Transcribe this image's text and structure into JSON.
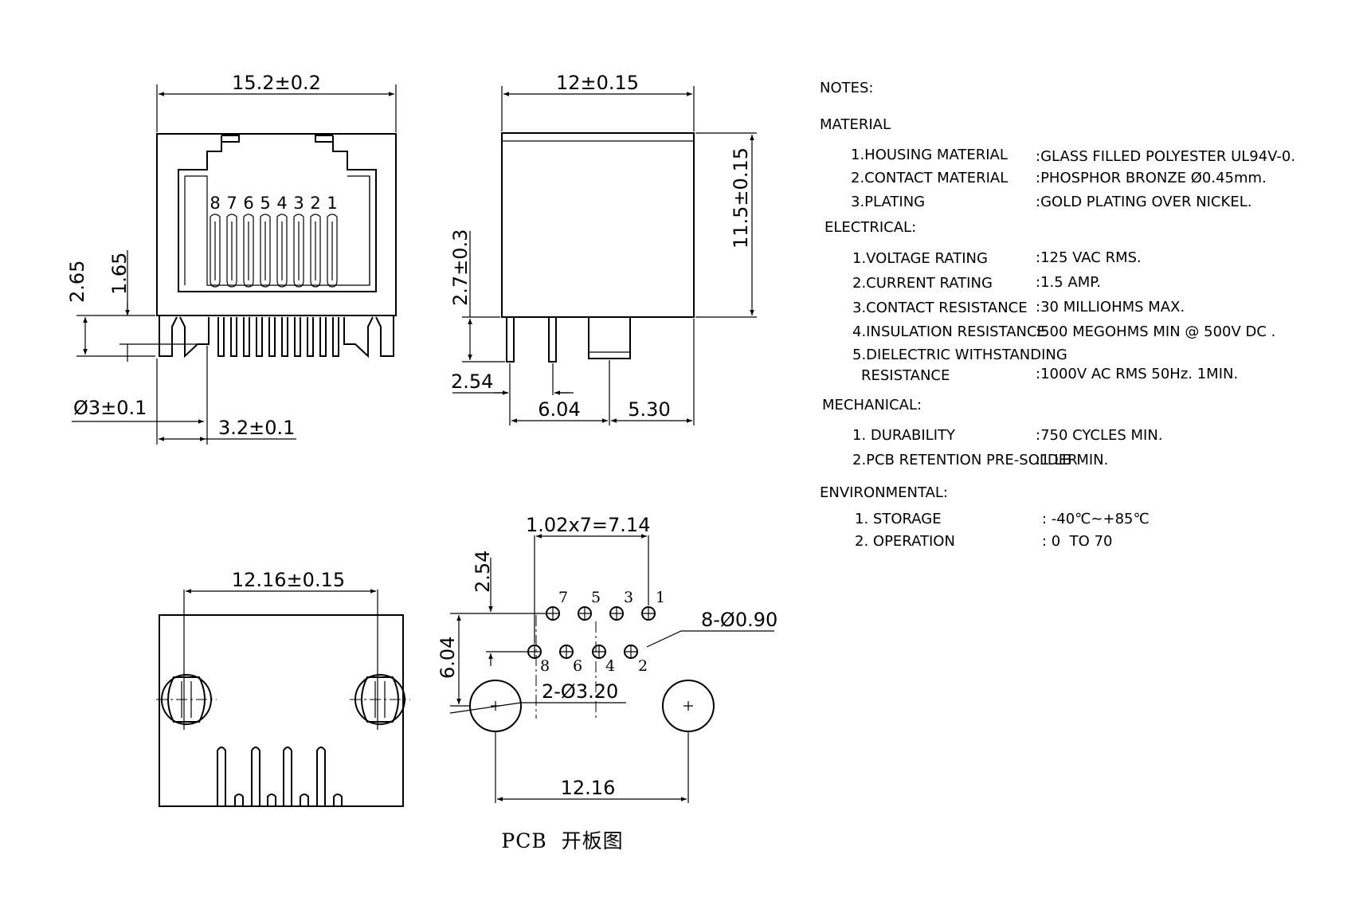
{
  "front_view": {
    "width_dim": "15.2±0.2",
    "dim_265": "2.65",
    "dim_165": "1.65",
    "hole_dim": "Ø3±0.1",
    "offset_dim": "3.2±0.1",
    "pin_numbers": [
      "8",
      "7",
      "6",
      "5",
      "4",
      "3",
      "2",
      "1"
    ]
  },
  "side_view": {
    "width_dim": "12±0.15",
    "height_dim": "11.5±0.15",
    "pin_height_dim": "2.7±0.3",
    "pitch_dim": "2.54",
    "dim_604": "6.04",
    "dim_530": "5.30"
  },
  "bottom_view": {
    "width_dim": "12.16±0.15"
  },
  "pcb_layout": {
    "pitch_dim": "1.02x7=7.14",
    "row_dim": "2.54",
    "dim_604": "6.04",
    "pin_hole_dim": "8-Ø0.90",
    "post_hole_dim": "2-Ø3.20",
    "post_spacing_dim": "12.16",
    "top_row_labels": [
      "7",
      "5",
      "3",
      "1"
    ],
    "bottom_row_labels": [
      "8",
      "6",
      "4",
      "2"
    ],
    "caption": "PCB  开板图"
  },
  "notes": {
    "title": "NOTES:",
    "material": {
      "heading": "MATERIAL",
      "items": [
        {
          "label": "1.HOUSING MATERIAL",
          "value": ":GLASS FILLED POLYESTER UL94V-0."
        },
        {
          "label": "2.CONTACT MATERIAL",
          "value": ":PHOSPHOR BRONZE Ø0.45mm."
        },
        {
          "label": "3.PLATING",
          "value": ":GOLD PLATING OVER NICKEL."
        }
      ]
    },
    "electrical": {
      "heading": "ELECTRICAL:",
      "items": [
        {
          "label": "1.VOLTAGE RATING",
          "value": ":125 VAC RMS."
        },
        {
          "label": "2.CURRENT RATING",
          "value": ":1.5 AMP."
        },
        {
          "label": "3.CONTACT RESISTANCE",
          "value": ":30 MILLIOHMS MAX."
        },
        {
          "label": "4.INSULATION RESISTANCE",
          "value": ":500 MEGOHMS MIN @ 500V DC ."
        }
      ],
      "dielectric_label_1": "5.DIELECTRIC WITHSTANDING",
      "dielectric_label_2": "RESISTANCE",
      "dielectric_value": ":1000V AC RMS 50Hz. 1MIN."
    },
    "mechanical": {
      "heading": "MECHANICAL:",
      "items": [
        {
          "label": "1. DURABILITY",
          "value": ":750 CYCLES MIN."
        },
        {
          "label": "2.PCB RETENTION PRE-SOLDER",
          "value": ":1 LB MIN."
        }
      ]
    },
    "environmental": {
      "heading": "ENVIRONMENTAL:",
      "items": [
        {
          "label": "1. STORAGE",
          "value": ": -40℃~+85℃"
        },
        {
          "label": "2. OPERATION",
          "value": ": 0  TO 70"
        }
      ]
    }
  }
}
